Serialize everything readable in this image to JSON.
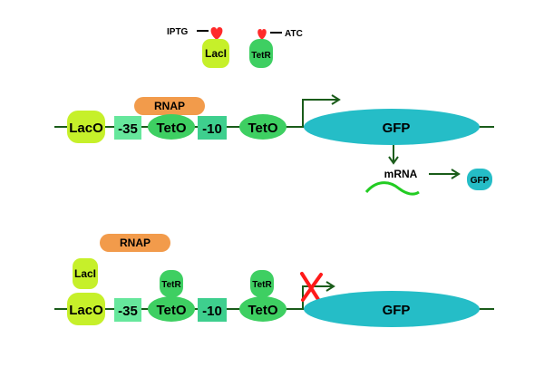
{
  "colors": {
    "lac": "#c6f02a",
    "tet": "#3ecf62",
    "box35": "#66e79c",
    "rnap": "#f29b4b",
    "gfp": "#25bdc7",
    "line": "#1a5c1a",
    "heart": "#ff2a2a",
    "cross": "#ff1a1a",
    "mrna": "#22cc22"
  },
  "top": {
    "inducers": {
      "iptg": "IPTG",
      "atc": "ATC"
    },
    "repressors": {
      "laci": "LacI",
      "tetr": "TetR"
    },
    "rnap": "RNAP",
    "lac_operator": "LacO",
    "box_35": "-35",
    "tet_operator_1": "TetO",
    "box_10": "-10",
    "tet_operator_2": "TetO",
    "gene": "GFP",
    "mrna": "mRNA",
    "protein": "GFP"
  },
  "bottom": {
    "rnap": "RNAP",
    "laci": "LacI",
    "lac_operator": "LacO",
    "box_35": "-35",
    "tetr_1": "TetR",
    "tet_operator_1": "TetO",
    "box_10": "-10",
    "tetr_2": "TetR",
    "tet_operator_2": "TetO",
    "gene": "GFP"
  }
}
